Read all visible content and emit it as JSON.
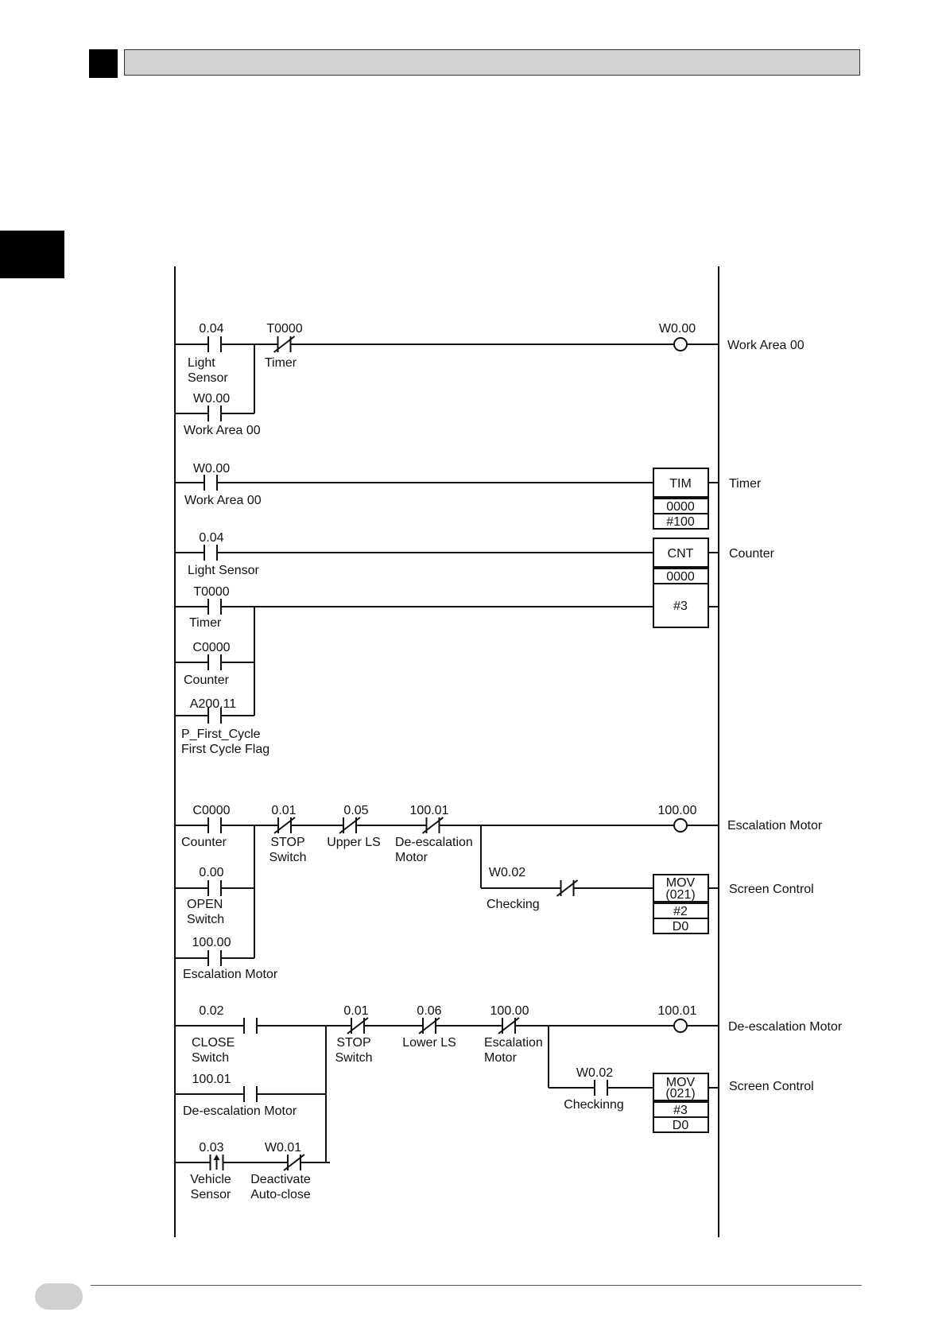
{
  "diagram": {
    "type": "ladder",
    "rungs": [
      {
        "contacts": [
          {
            "id": "r1-c004",
            "type": "NO",
            "address": "0.04",
            "label": [
              "Light",
              "Sensor"
            ]
          },
          {
            "id": "r1-t0000",
            "type": "NC",
            "address": "T0000",
            "label": [
              "Timer"
            ]
          },
          {
            "id": "r1-w000",
            "type": "NO",
            "address": "W0.00",
            "label": [
              "Work Area 00"
            ]
          }
        ],
        "output": {
          "kind": "coil",
          "address": "W0.00",
          "comment": "Work Area 00"
        }
      },
      {
        "contacts": [
          {
            "id": "r2-w000",
            "type": "NO",
            "address": "W0.00",
            "label": [
              "Work Area 00"
            ]
          }
        ],
        "output": {
          "kind": "box",
          "instruction": [
            "TIM"
          ],
          "operands": [
            "0000",
            "#100"
          ],
          "comment": "Timer"
        }
      },
      {
        "contacts": [
          {
            "id": "r3-c004",
            "type": "NO",
            "address": "0.04",
            "label": [
              "Light Sensor"
            ]
          },
          {
            "id": "r3-t0000",
            "type": "NO",
            "address": "T0000",
            "label": [
              "Timer"
            ]
          },
          {
            "id": "r3-c0000",
            "type": "NO",
            "address": "C0000",
            "label": [
              "Counter"
            ]
          },
          {
            "id": "r3-a20011",
            "type": "NO",
            "address": "A200.11",
            "label": [
              "P_First_Cycle",
              "First Cycle Flag"
            ]
          }
        ],
        "output": {
          "kind": "box",
          "instruction": [
            "CNT"
          ],
          "operands": [
            "0000",
            "#3"
          ],
          "comment": "Counter"
        }
      },
      {
        "contacts": [
          {
            "id": "r4-c0000",
            "type": "NO",
            "address": "C0000",
            "label": [
              "Counter"
            ]
          },
          {
            "id": "r4-001",
            "type": "NC",
            "address": "0.01",
            "label": [
              "STOP",
              "Switch"
            ]
          },
          {
            "id": "r4-005",
            "type": "NC",
            "address": "0.05",
            "label": [
              "Upper LS"
            ]
          },
          {
            "id": "r4-10001",
            "type": "NC",
            "address": "100.01",
            "label": [
              "De-escalation",
              "Motor"
            ]
          },
          {
            "id": "r4-000",
            "type": "NO",
            "address": "0.00",
            "label": [
              "OPEN",
              "Switch"
            ]
          },
          {
            "id": "r4-10000",
            "type": "NO",
            "address": "100.00",
            "label": [
              "Escalation Motor"
            ]
          },
          {
            "id": "r4-w002",
            "type": "NC",
            "address": "W0.02",
            "label": [
              "Checking"
            ]
          }
        ],
        "output": {
          "kind": "coil",
          "address": "100.00",
          "comment": "Escalation Motor"
        },
        "output2": {
          "kind": "box",
          "instruction": [
            "MOV",
            "(021)"
          ],
          "operands": [
            "#2",
            "D0"
          ],
          "comment": "Screen Control"
        }
      },
      {
        "contacts": [
          {
            "id": "r5-002",
            "type": "NO",
            "address": "0.02",
            "label": [
              "CLOSE",
              "Switch"
            ]
          },
          {
            "id": "r5-001",
            "type": "NC",
            "address": "0.01",
            "label": [
              "STOP",
              "Switch"
            ]
          },
          {
            "id": "r5-006",
            "type": "NC",
            "address": "0.06",
            "label": [
              "Lower LS"
            ]
          },
          {
            "id": "r5-10000",
            "type": "NC",
            "address": "100.00",
            "label": [
              "Escalation",
              "Motor"
            ]
          },
          {
            "id": "r5-10001",
            "type": "NO",
            "address": "100.01",
            "label": [
              "De-escalation Motor"
            ]
          },
          {
            "id": "r5-003",
            "type": "UP",
            "address": "0.03",
            "label": [
              "Vehicle",
              "Sensor"
            ]
          },
          {
            "id": "r5-w001",
            "type": "NC",
            "address": "W0.01",
            "label": [
              "Deactivate",
              "Auto-close"
            ]
          },
          {
            "id": "r5-w002",
            "type": "NO",
            "address": "W0.02",
            "label": [
              "Checkinng"
            ]
          }
        ],
        "output": {
          "kind": "coil",
          "address": "100.01",
          "comment": "De-escalation Motor"
        },
        "output2": {
          "kind": "box",
          "instruction": [
            "MOV",
            "(021)"
          ],
          "operands": [
            "#3",
            "D0"
          ],
          "comment": "Screen Control"
        }
      }
    ]
  }
}
